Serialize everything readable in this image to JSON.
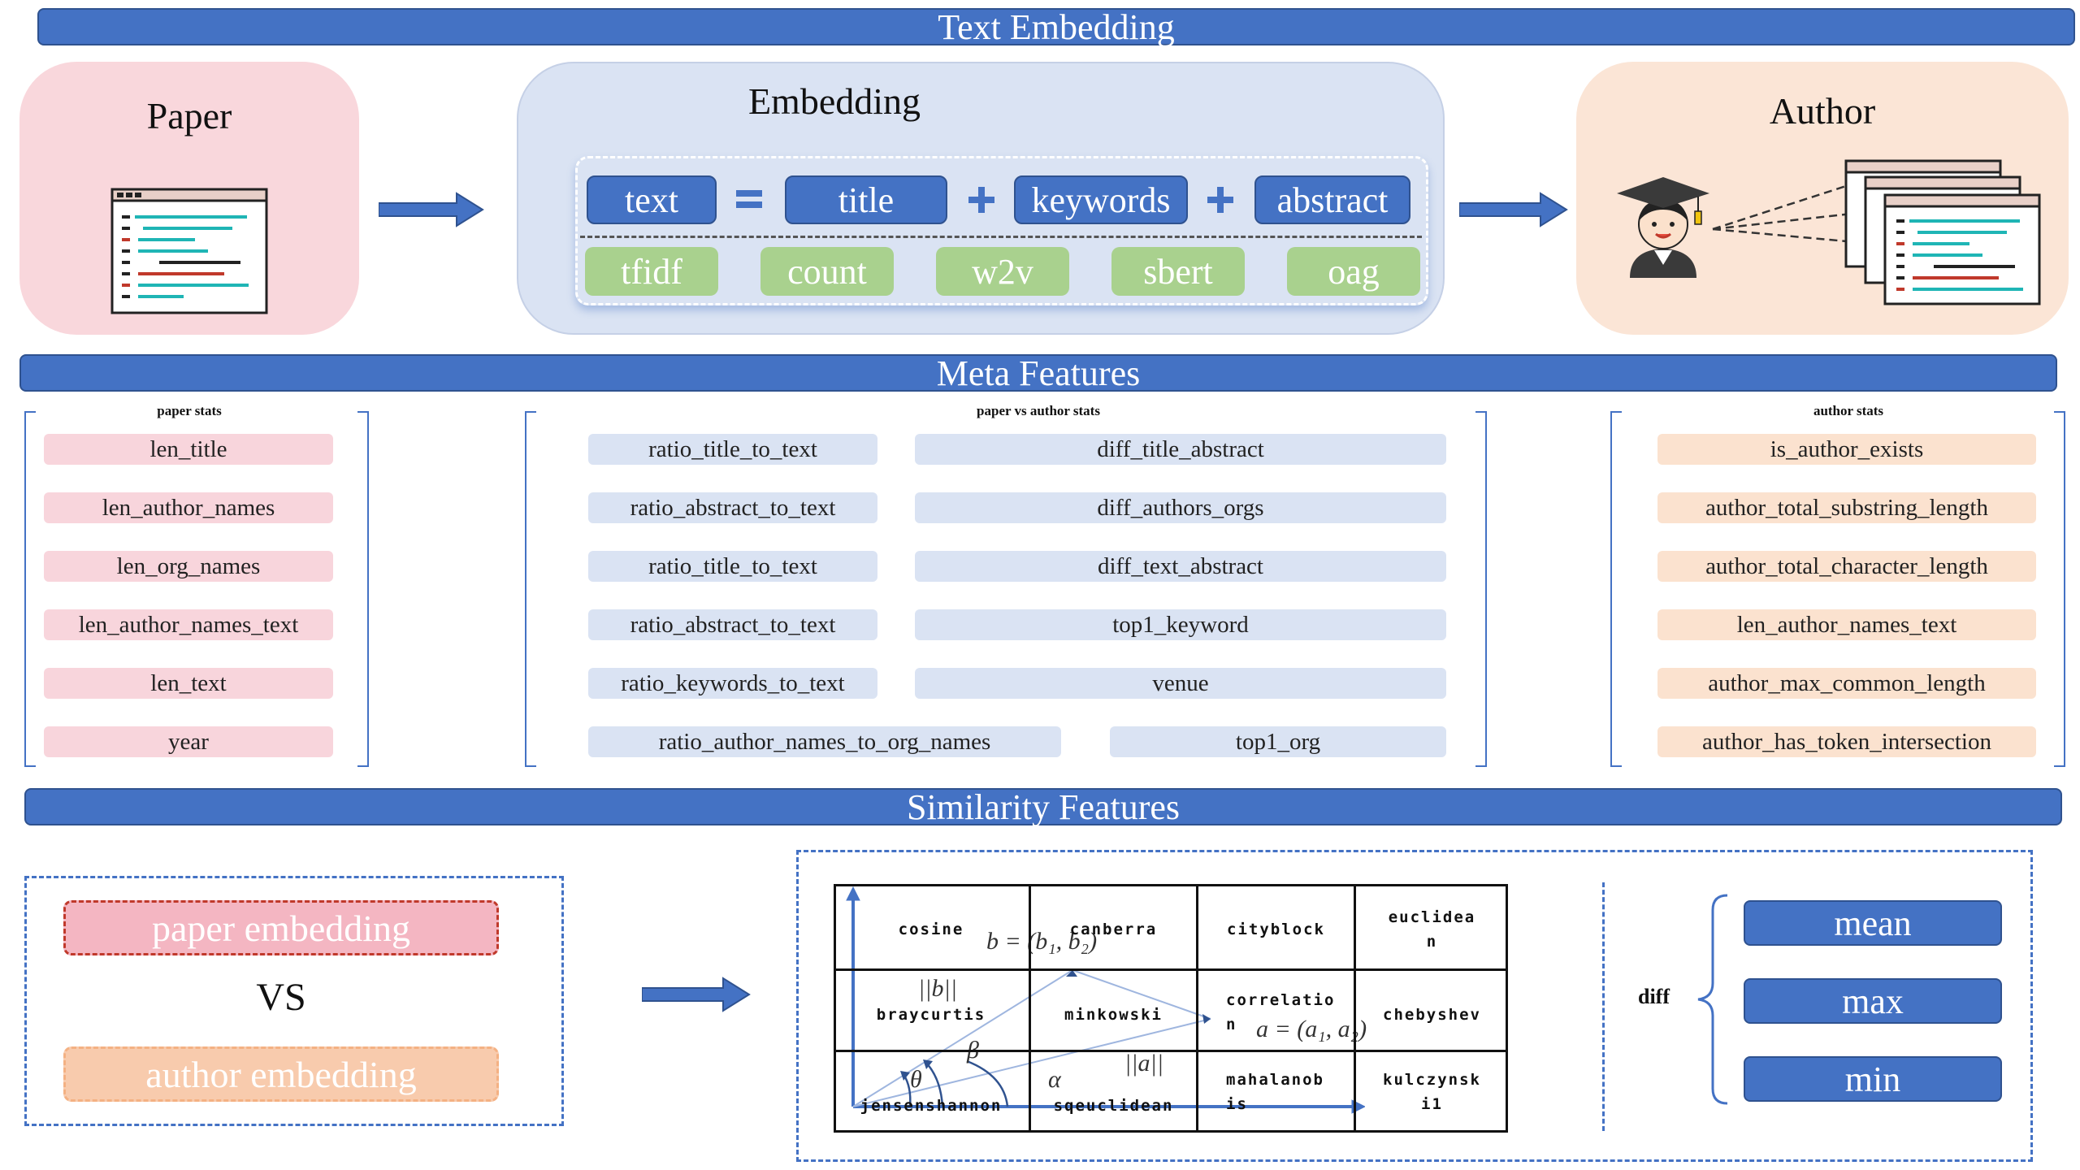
{
  "sections": {
    "text_embedding": "Text Embedding",
    "meta_features": "Meta Features",
    "similarity_features": "Similarity Features"
  },
  "paper_panel": {
    "title": "Paper"
  },
  "embedding_panel": {
    "title": "Embedding",
    "formula": [
      "text",
      "title",
      "keywords",
      "abstract"
    ],
    "methods": [
      "tfidf",
      "count",
      "w2v",
      "sbert",
      "oag"
    ]
  },
  "author_panel": {
    "title": "Author"
  },
  "paper_stats": {
    "heading": "paper stats",
    "items": [
      "len_title",
      "len_author_names",
      "len_org_names",
      "len_author_names_text",
      "len_text",
      "year"
    ]
  },
  "paper_vs_author_stats": {
    "heading": "paper vs author stats",
    "ratios": [
      "ratio_title_to_text",
      "ratio_abstract_to_text",
      "ratio_title_to_text",
      "ratio_abstract_to_text",
      "ratio_keywords_to_text",
      "ratio_author_names_to_org_names"
    ],
    "diffs": [
      "diff_title_abstract",
      "diff_authors_orgs",
      "diff_text_abstract",
      "top1_keyword",
      "venue",
      "top1_org"
    ]
  },
  "author_stats": {
    "heading": "author stats",
    "items": [
      "is_author_exists",
      "author_total_substring_length",
      "author_total_character_length",
      "len_author_names_text",
      "author_max_common_length",
      "author_has_token_intersection"
    ]
  },
  "similarity": {
    "paper_embedding": "paper embedding",
    "vs": "VS",
    "author_embedding": "author embedding",
    "metrics": {
      "cosine": "cosine",
      "canberra": "canberra",
      "cityblock": "cityblock",
      "euclidean_1": "euclidea",
      "euclidean_2": "n",
      "braycurtis": "braycurtis",
      "minkowski": "minkowski",
      "correlation_1": "correlatio",
      "correlation_2": "n",
      "chebyshev": "chebyshev",
      "jensenshannon": "jensenshannon",
      "sqeuclidean": "sqeuclidean",
      "mahalanobis_1": "mahalanob",
      "mahalanobis_2": "is",
      "kulczynski_1": "kulczynsk",
      "kulczynski_2": "i1"
    },
    "math": {
      "b_vec": "b = (b₁, b₂)",
      "b_norm": "||b||",
      "a_vec": "a = (a₁, a₂)",
      "a_norm": "||a||",
      "beta": "β",
      "theta": "θ",
      "alpha": "α"
    },
    "diff_label": "diff",
    "aggregations": [
      "mean",
      "max",
      "min"
    ]
  },
  "colors": {
    "banner": "#4472c4",
    "paper_panel": "#f9d7dc",
    "embedding_panel": "#dae3f3",
    "author_panel": "#fbe5d6",
    "green": "#a9d18e"
  }
}
